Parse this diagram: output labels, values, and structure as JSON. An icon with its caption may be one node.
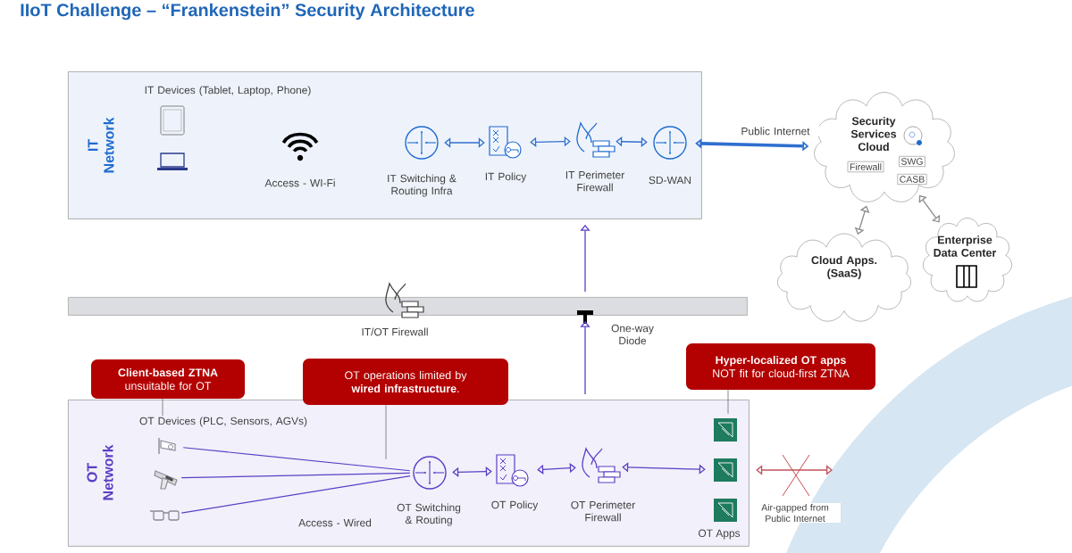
{
  "diagram": {
    "title": "IIoT Challenge – “Frankenstein” Security Architecture",
    "nodes": [
      {
        "text": [
          "IT Network"
        ]
      },
      {
        "text": [
          "IT Devices (Tablet, Laptop, Phone)"
        ],
        "in": 0
      },
      {
        "text": [
          "Access - WI-Fi"
        ],
        "in": 0
      },
      {
        "text": [
          "IT Switching & Routing Infra"
        ],
        "in": 0
      },
      {
        "text": [
          "IT Policy"
        ],
        "in": 0
      },
      {
        "text": [
          "IT Perimeter Firewall"
        ],
        "in": 0
      },
      {
        "text": [
          "SD-WAN"
        ],
        "in": 0
      },
      {
        "text": [
          "Security Services Cloud"
        ]
      },
      {
        "text": [
          "Firewall"
        ],
        "in": 7
      },
      {
        "text": [
          "SWG"
        ],
        "in": 7
      },
      {
        "text": [
          "CASB"
        ],
        "in": 7
      },
      {
        "text": [
          "Cloud Apps. (SaaS)"
        ]
      },
      {
        "text": [
          "Enterprise Data Center"
        ]
      },
      {
        "text": [
          "IT/OT Firewall"
        ]
      },
      {
        "text": [
          "OT Network"
        ]
      },
      {
        "text": [
          "OT Devices (PLC, Sensors, AGVs)"
        ],
        "in": 14
      },
      {
        "text": [],
        "shape": "picture",
        "in": 14
      },
      {
        "text": [],
        "shape": "picture",
        "in": 14
      },
      {
        "text": [],
        "shape": "picture",
        "in": 14
      },
      {
        "text": [
          "OT Switching & Routing"
        ],
        "in": 14
      },
      {
        "text": [
          "OT Policy"
        ],
        "in": 14
      },
      {
        "text": [
          "OT Perimeter Firewall"
        ],
        "in": 14
      },
      {
        "text": [
          "OT Apps"
        ],
        "in": 14
      },
      {
        "text": [
          "**Client-based ZTNA** unsuitable for OT"
        ]
      },
      {
        "text": [
          "OT operations limited by **wired infrastructure**."
        ]
      },
      {
        "text": [
          "**Hyper-localized OT apps** NOT fit for cloud-first ZTNA"
        ]
      }
    ],
    "edges": [
      {
        "from": 3,
        "to": 4,
        "arrow": "both",
        "color": "#2f6fcf"
      },
      {
        "from": 4,
        "to": 5,
        "arrow": "both",
        "color": "#2f6fcf"
      },
      {
        "from": 5,
        "to": 6,
        "arrow": "both",
        "color": "#2f6fcf"
      },
      {
        "from": 6,
        "to": 7,
        "arrow": "both",
        "label": "Public Internet",
        "style": "thick",
        "color": "#2f6fcf"
      },
      {
        "from": 7,
        "to": 11,
        "arrow": "both",
        "color": "#8a8a8a"
      },
      {
        "from": 7,
        "to": 12,
        "arrow": "both",
        "color": "#8a8a8a"
      },
      {
        "from": 16,
        "to": 19,
        "arrow": "none"
      },
      {
        "from": 17,
        "to": 19,
        "arrow": "none"
      },
      {
        "from": 18,
        "to": 19,
        "arrow": "none",
        "label": "Access - Wired"
      },
      {
        "from": 19,
        "to": 20,
        "arrow": "both"
      },
      {
        "from": 20,
        "to": 21,
        "arrow": "both"
      },
      {
        "from": 21,
        "to": 22,
        "arrow": "both"
      },
      {
        "from": 14,
        "to": 13,
        "arrow": "to",
        "label": "One-way Diode"
      },
      {
        "from": 13,
        "to": 0,
        "arrow": "to"
      },
      {
        "from": 23,
        "to": 15,
        "arrow": "none",
        "color": "#7a7a7a"
      },
      {
        "from": 24,
        "to": null,
        "arrow": "none",
        "color": "#7a7a7a"
      },
      {
        "from": 25,
        "to": 22,
        "arrow": "none",
        "color": "#7a7a7a"
      },
      {
        "from": 22,
        "to": null,
        "arrow": "both",
        "label": "Air-gapped from Public Internet",
        "color": "#c0505a"
      }
    ]
  }
}
